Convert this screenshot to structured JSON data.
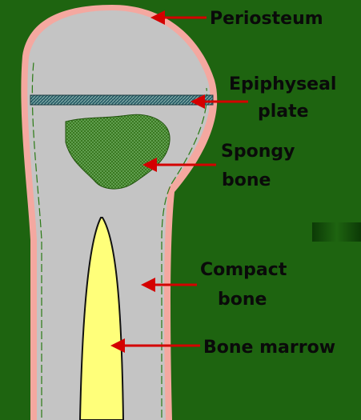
{
  "diagram": {
    "labels": {
      "periosteum": "Periosteum",
      "epiphyseal_line1": "Epiphyseal",
      "epiphyseal_line2": "plate",
      "spongy_line1": "Spongy",
      "spongy_line2": "bone",
      "compact_line1": "Compact",
      "compact_line2": "bone",
      "marrow": "Bone marrow"
    },
    "colors": {
      "background": "#1e6410",
      "periosteum": "#f4a8a0",
      "bone": "#c4c4c4",
      "marrow": "#ffff7a",
      "spongy": "#3a7a18",
      "arrow": "#d40000"
    }
  }
}
